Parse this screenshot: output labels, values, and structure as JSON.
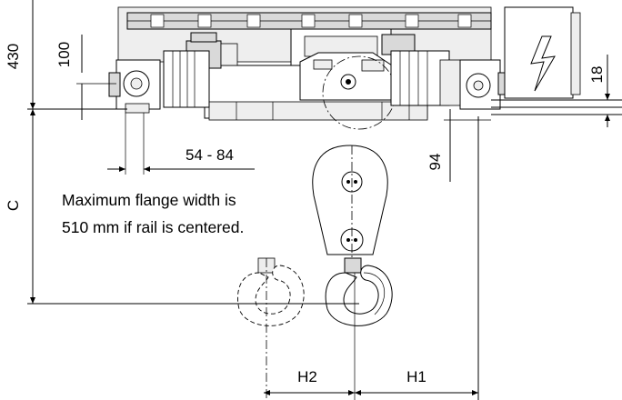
{
  "dimensions": {
    "height_top": "430",
    "offset_100": "100",
    "flange_range": "54 - 84",
    "offset_94": "94",
    "offset_18": "18",
    "c_label": "C",
    "h1_label": "H1",
    "h2_label": "H2"
  },
  "note": {
    "line1": "Maximum flange width is",
    "line2": "510 mm if rail is centered."
  },
  "icons": {
    "lightning": "lightning-icon"
  }
}
